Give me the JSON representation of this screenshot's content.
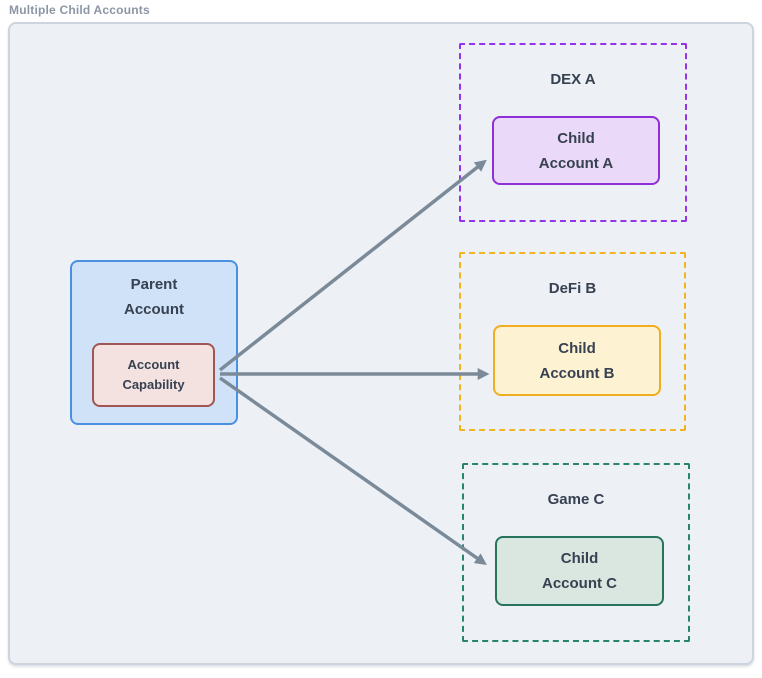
{
  "title": "Multiple Child Accounts",
  "parent": {
    "label": [
      "Parent",
      "Account"
    ],
    "capability": [
      "Account",
      "Capability"
    ]
  },
  "groups": [
    {
      "label": "DEX A",
      "child": [
        "Child",
        "Account A"
      ],
      "accent": "#9333ea",
      "child_fill": "#ead9f8",
      "child_border": "#8e2fd8"
    },
    {
      "label": "DeFi B",
      "child": [
        "Child",
        "Account B"
      ],
      "accent": "#f2b422",
      "child_fill": "#fdf3d2",
      "child_border": "#f0ad1f"
    },
    {
      "label": "Game C",
      "child": [
        "Child",
        "Account C"
      ],
      "accent": "#27856b",
      "child_fill": "#d9e7e0",
      "child_border": "#27735d"
    }
  ],
  "colors": {
    "page_bg": "#ffffff",
    "panel_bg": "#edf1f6",
    "panel_border": "#ccd4de",
    "parent_fill": "#cfe2f7",
    "parent_border": "#4a90e2",
    "capability_fill": "#f3e2e0",
    "capability_border": "#a15555",
    "arrow": "#7b8a99",
    "node_text": "#374151",
    "title_text": "#8c96a4"
  }
}
